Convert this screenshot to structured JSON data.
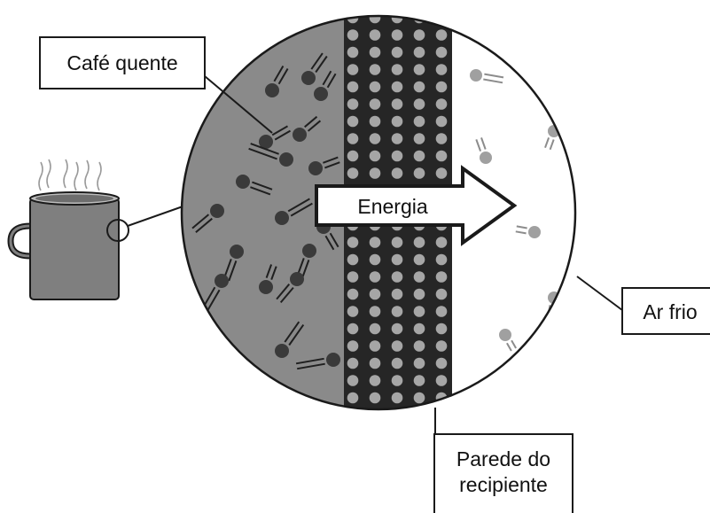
{
  "labels": {
    "hot_coffee": "Café quente",
    "energy": "Energia",
    "cold_air": "Ar frio",
    "container_wall_line1": "Parede do",
    "container_wall_line2": "recipiente"
  },
  "colors": {
    "coffee": "#8a8a8a",
    "coffee_molecule": "#3a3a3a",
    "wall": "#262626",
    "wall_dot": "#a6a6a6",
    "air": "#ffffff",
    "air_molecule": "#a0a0a0",
    "outline": "#1a1a1a",
    "mug": "#7f7f7f"
  }
}
